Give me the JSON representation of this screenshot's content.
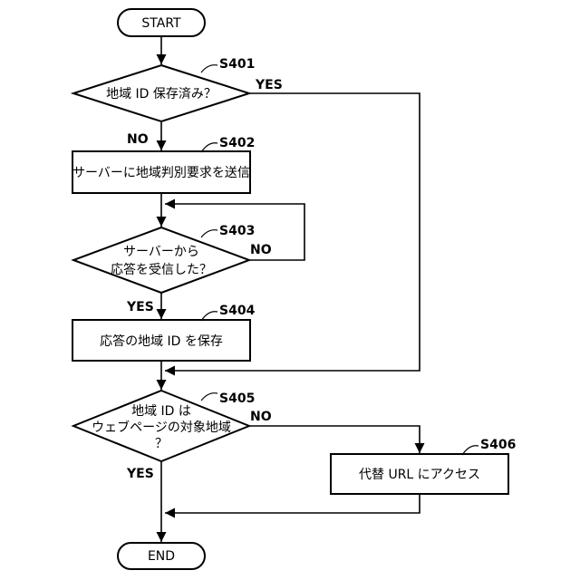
{
  "nodes": {
    "start": {
      "text": "START"
    },
    "d401": {
      "line1": "地域 ID 保存済み？",
      "step": "S401"
    },
    "p402": {
      "text": "サーバーに地域判別要求を送信",
      "step": "S402"
    },
    "d403": {
      "line1": "サーバーから",
      "line2": "応答を受信した？",
      "step": "S403"
    },
    "p404": {
      "text": "応答の地域 ID を保存",
      "step": "S404"
    },
    "d405": {
      "line1": "地域 ID は",
      "line2": "ウェブページの対象地域",
      "line3": "？",
      "step": "S405"
    },
    "p406": {
      "text": "代替 URL にアクセス",
      "step": "S406"
    },
    "end": {
      "text": "END"
    }
  },
  "edge_labels": {
    "d401_yes": "YES",
    "d401_no": "NO",
    "d403_no": "NO",
    "d403_yes": "YES",
    "d405_no": "NO",
    "d405_yes": "YES"
  }
}
